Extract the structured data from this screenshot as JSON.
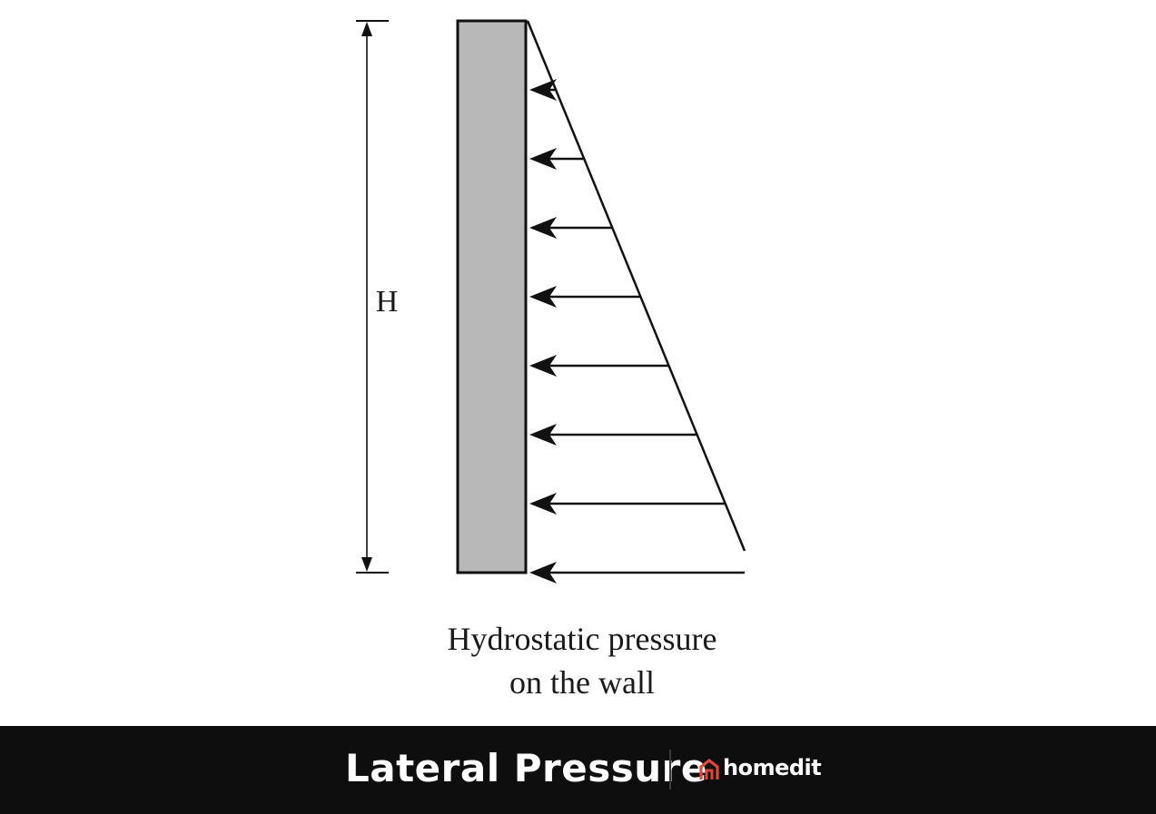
{
  "diagram": {
    "height_label": "H",
    "caption_line1": "Hydrostatic pressure",
    "caption_line2": "on the wall",
    "arrow_count": 8,
    "wall_color": "#b8b8b8",
    "line_color": "#111111"
  },
  "footer": {
    "title": "Lateral Pressure",
    "brand_name": "homedit",
    "brand_icon": "house-icon",
    "brand_color": "#e0463c",
    "bar_color": "#0e0e0e"
  }
}
